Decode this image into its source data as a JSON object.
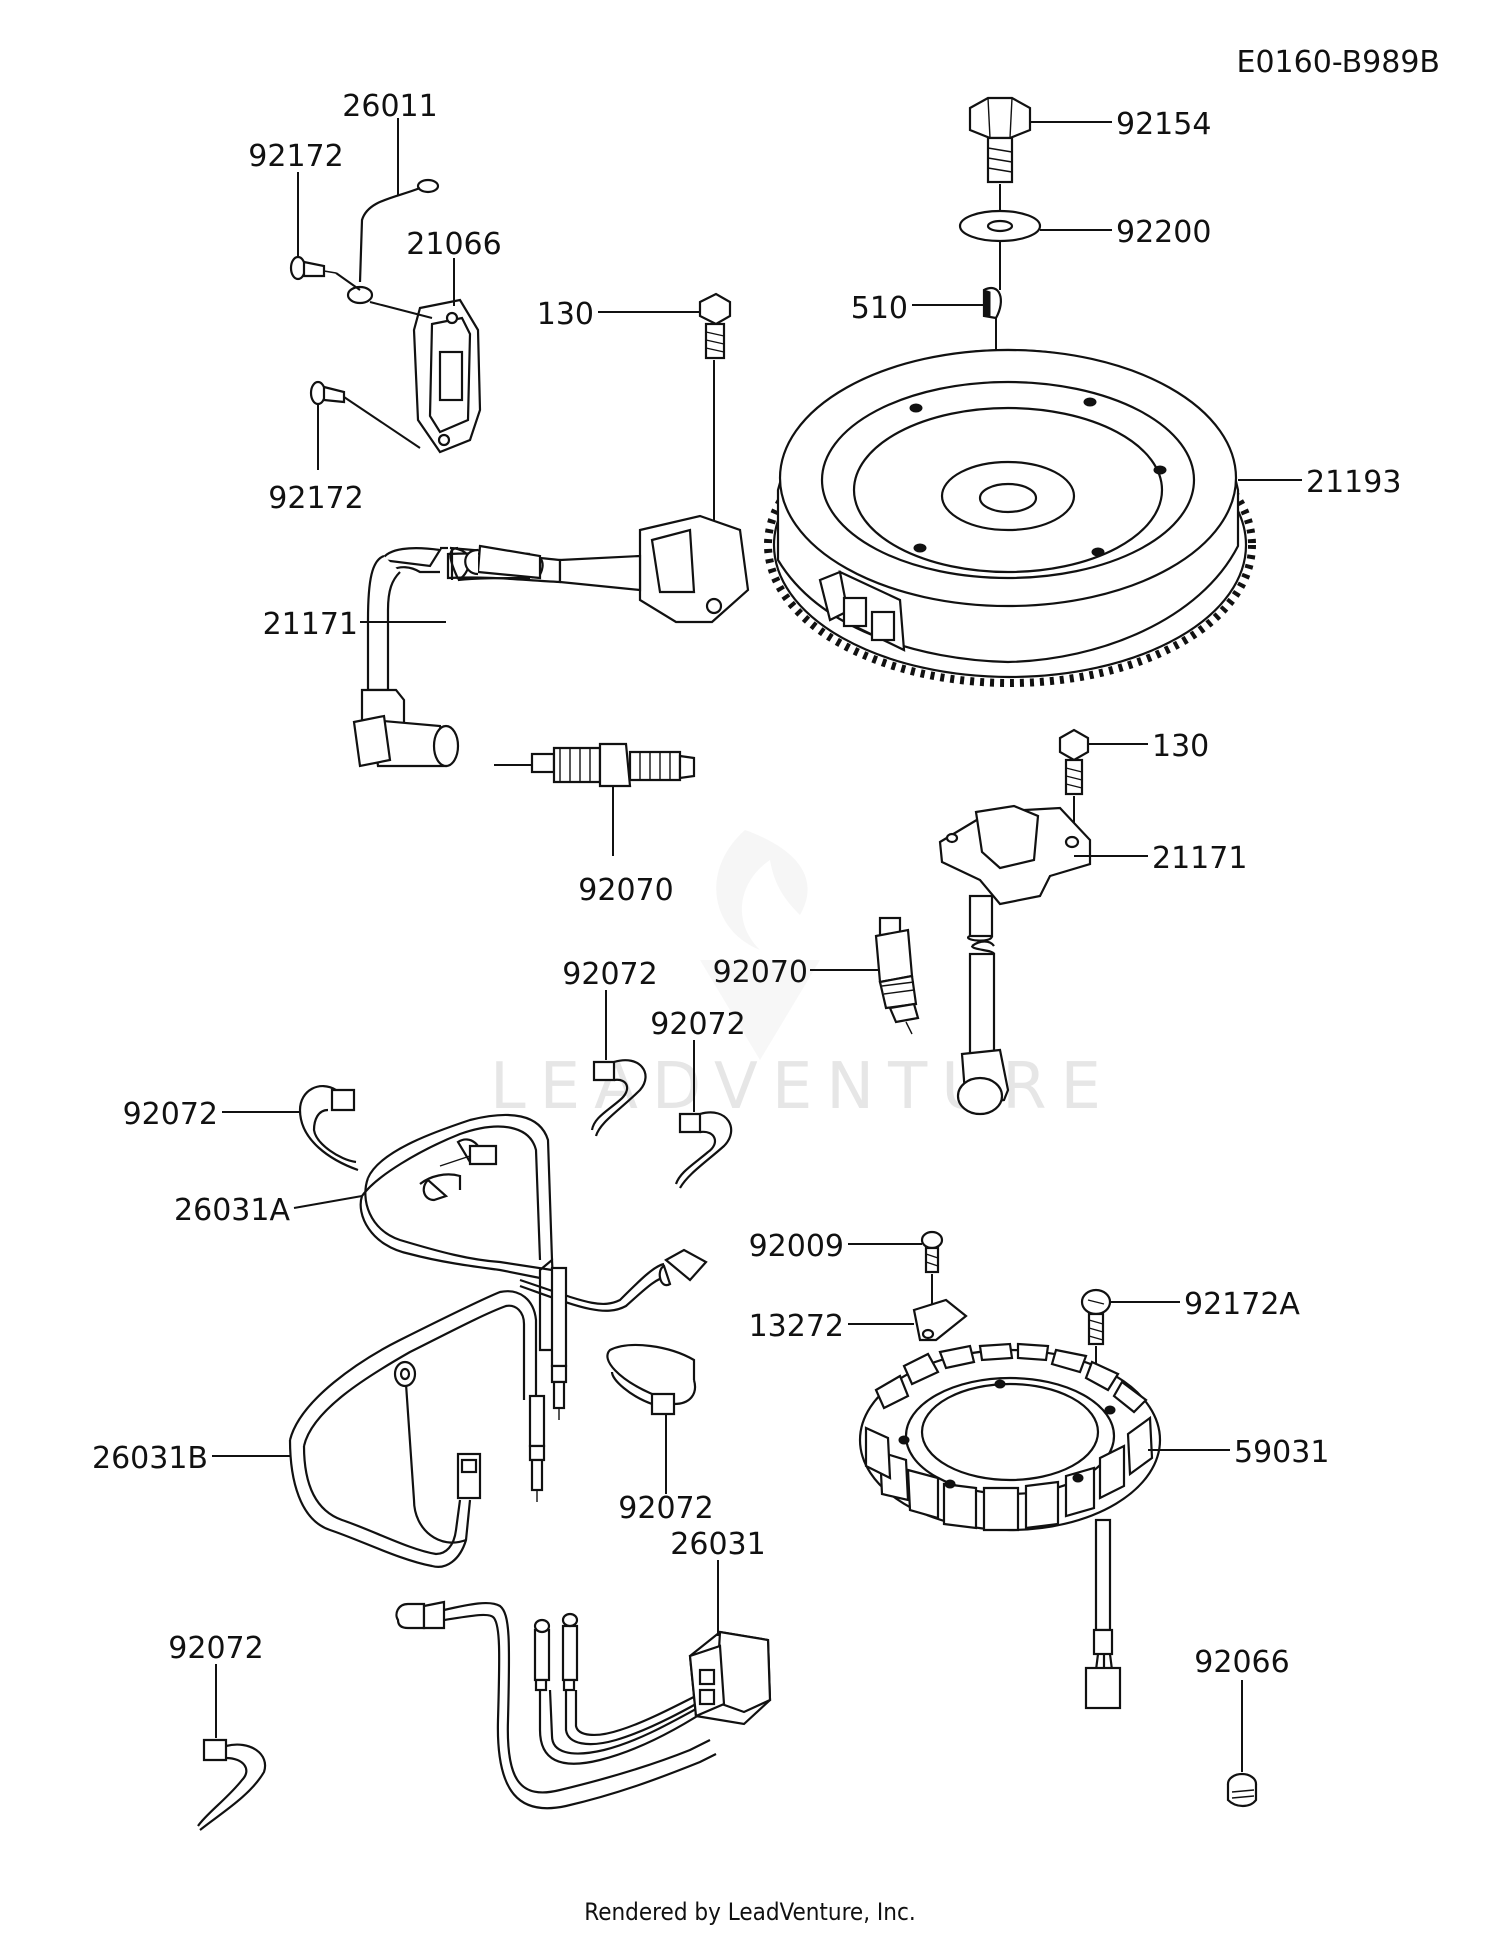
{
  "diagram_code": "E0160-B989B",
  "credit": "Rendered by LeadVenture, Inc.",
  "watermark": "LEADVENTURE",
  "colors": {
    "line": "#111111",
    "background": "#ffffff",
    "watermark": "#e6e6e6"
  },
  "labels": {
    "p26011": "26011",
    "p92172_top": "92172",
    "p21066": "21066",
    "p92172_bottom": "92172",
    "p130_top": "130",
    "p21171_left": "21171",
    "p92070_left": "92070",
    "p92154": "92154",
    "p92200": "92200",
    "p510": "510",
    "p21193": "21193",
    "p130_right": "130",
    "p21171_right": "21171",
    "p92070_right": "92070",
    "p92072_a": "92072",
    "p92072_b": "92072",
    "p92072_c": "92072",
    "p26031A": "26031A",
    "p92009": "92009",
    "p13272": "13272",
    "p92172A": "92172A",
    "p59031": "59031",
    "p26031B": "26031B",
    "p92072_d": "92072",
    "p26031": "26031",
    "p92072_e": "92072",
    "p92066": "92066"
  }
}
